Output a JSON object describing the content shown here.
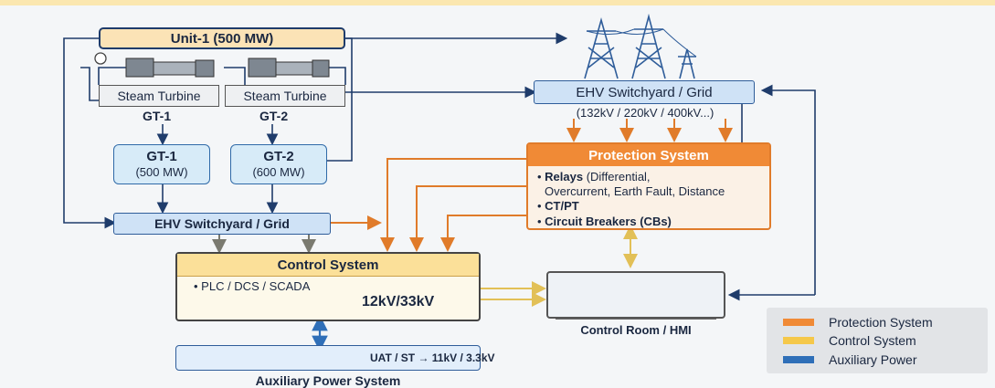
{
  "unit": {
    "label": "Unit-1 (500 MW)"
  },
  "turbines": [
    {
      "box": "Steam Turbine",
      "label": "GT-1"
    },
    {
      "box": "Steam Turbine",
      "label": "GT-2"
    }
  ],
  "generators": [
    {
      "name": "GT-1",
      "rating": "(500 MW)"
    },
    {
      "name": "GT-2",
      "rating": "(600 MW)"
    }
  ],
  "switchyard_left": {
    "label": "EHV Switchyard / Grid"
  },
  "switchyard_right": {
    "label": "EHV Switchyard / Grid",
    "voltages": "(132kV / 220kV / 400kV...)"
  },
  "protection": {
    "title": "Protection System",
    "items": [
      {
        "bold": "Relays",
        "rest": " (Differential,"
      },
      {
        "bold": "",
        "rest": "Overcurrent, Earth Fault, Distance"
      },
      {
        "bold": "CT/PT",
        "rest": ""
      },
      {
        "bold": "Circuit Breakers (CBs)",
        "rest": ""
      }
    ]
  },
  "control": {
    "title": "Control System",
    "line": "• PLC / DCS / SCADA",
    "voltage": "12kV/33kV"
  },
  "auxiliary": {
    "line": "UAT / ST → 11kV / 3.3kV",
    "label": "Auxiliary Power System"
  },
  "hmi": {
    "label": "Control Room / HMI"
  },
  "legend": [
    {
      "label": "Protection System",
      "color": "#f08a36"
    },
    {
      "label": "Control System",
      "color": "#f5c84a"
    },
    {
      "label": "Auxiliary Power",
      "color": "#2f6fb8"
    }
  ],
  "colors": {
    "blue": "#1f3c6b",
    "orange": "#e07b2a",
    "yellow": "#e2c057",
    "gray": "#7a7a70"
  }
}
